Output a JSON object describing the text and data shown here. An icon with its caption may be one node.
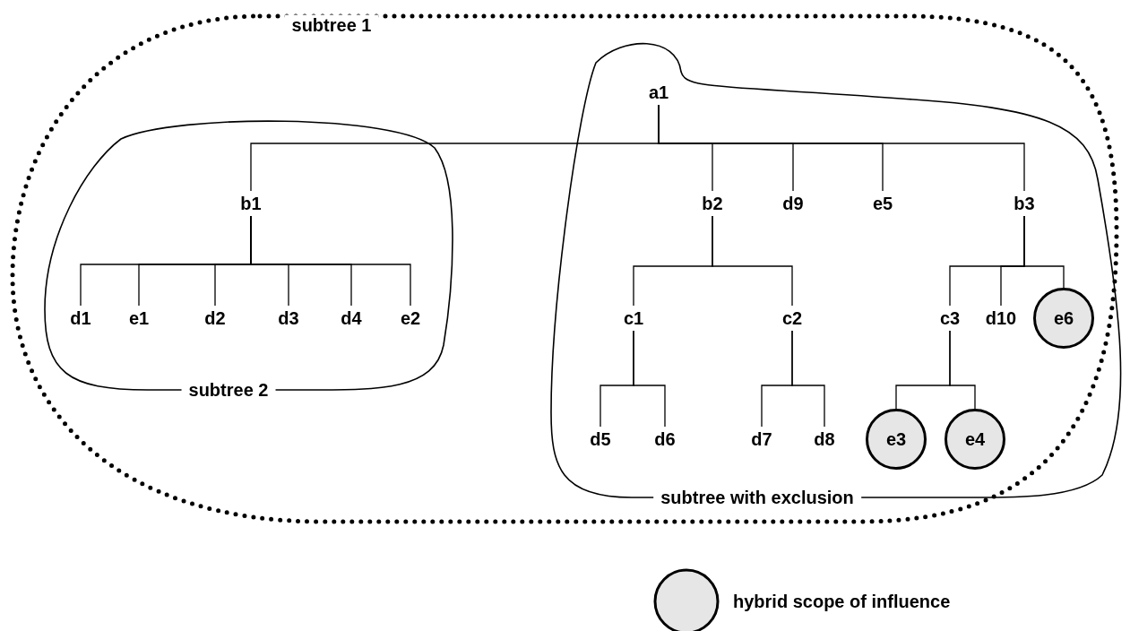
{
  "diagram": {
    "nodes": [
      {
        "text": [
          "subtree 1"
        ]
      },
      {
        "text": [
          "subtree 2"
        ],
        "in": 0
      },
      {
        "text": [
          "subtree with exclusion"
        ],
        "in": 0
      },
      {
        "text": [
          "a1"
        ],
        "in": 2
      },
      {
        "text": [
          "b1"
        ],
        "in": 1
      },
      {
        "text": [
          "b2"
        ],
        "in": 2
      },
      {
        "text": [
          "d9"
        ],
        "in": 2
      },
      {
        "text": [
          "e5"
        ],
        "in": 2
      },
      {
        "text": [
          "b3"
        ],
        "in": 2
      },
      {
        "text": [
          "d1"
        ],
        "in": 1
      },
      {
        "text": [
          "e1"
        ],
        "in": 1
      },
      {
        "text": [
          "d2"
        ],
        "in": 1
      },
      {
        "text": [
          "d3"
        ],
        "in": 1
      },
      {
        "text": [
          "d4"
        ],
        "in": 1
      },
      {
        "text": [
          "e2"
        ],
        "in": 1
      },
      {
        "text": [
          "c1"
        ],
        "in": 2
      },
      {
        "text": [
          "c2"
        ],
        "in": 2
      },
      {
        "text": [
          "c3"
        ],
        "in": 2
      },
      {
        "text": [
          "d10"
        ],
        "in": 2
      },
      {
        "text": [
          "e6"
        ],
        "in": 2
      },
      {
        "text": [
          "d5"
        ],
        "in": 2
      },
      {
        "text": [
          "d6"
        ],
        "in": 2
      },
      {
        "text": [
          "d7"
        ],
        "in": 2
      },
      {
        "text": [
          "d8"
        ],
        "in": 2
      },
      {
        "text": [
          "e3"
        ],
        "in": 2
      },
      {
        "text": [
          "e4"
        ],
        "in": 2
      }
    ],
    "edges": [
      {
        "from": 3,
        "to": 4,
        "arrow": "none"
      },
      {
        "from": 3,
        "to": 5,
        "arrow": "none"
      },
      {
        "from": 3,
        "to": 6,
        "arrow": "none"
      },
      {
        "from": 3,
        "to": 7,
        "arrow": "none"
      },
      {
        "from": 3,
        "to": 8,
        "arrow": "none"
      },
      {
        "from": 4,
        "to": 9,
        "arrow": "none"
      },
      {
        "from": 4,
        "to": 10,
        "arrow": "none"
      },
      {
        "from": 4,
        "to": 11,
        "arrow": "none"
      },
      {
        "from": 4,
        "to": 12,
        "arrow": "none"
      },
      {
        "from": 4,
        "to": 13,
        "arrow": "none"
      },
      {
        "from": 4,
        "to": 14,
        "arrow": "none"
      },
      {
        "from": 5,
        "to": 15,
        "arrow": "none"
      },
      {
        "from": 5,
        "to": 16,
        "arrow": "none"
      },
      {
        "from": 8,
        "to": 17,
        "arrow": "none"
      },
      {
        "from": 8,
        "to": 18,
        "arrow": "none"
      },
      {
        "from": 8,
        "to": 19,
        "arrow": "none"
      },
      {
        "from": 15,
        "to": 20,
        "arrow": "none"
      },
      {
        "from": 15,
        "to": 21,
        "arrow": "none"
      },
      {
        "from": 16,
        "to": 22,
        "arrow": "none"
      },
      {
        "from": 16,
        "to": 23,
        "arrow": "none"
      },
      {
        "from": 17,
        "to": 24,
        "arrow": "none"
      },
      {
        "from": 17,
        "to": 25,
        "arrow": "none"
      }
    ],
    "legend": [
      {
        "text": "hybrid scope of influence"
      }
    ]
  }
}
